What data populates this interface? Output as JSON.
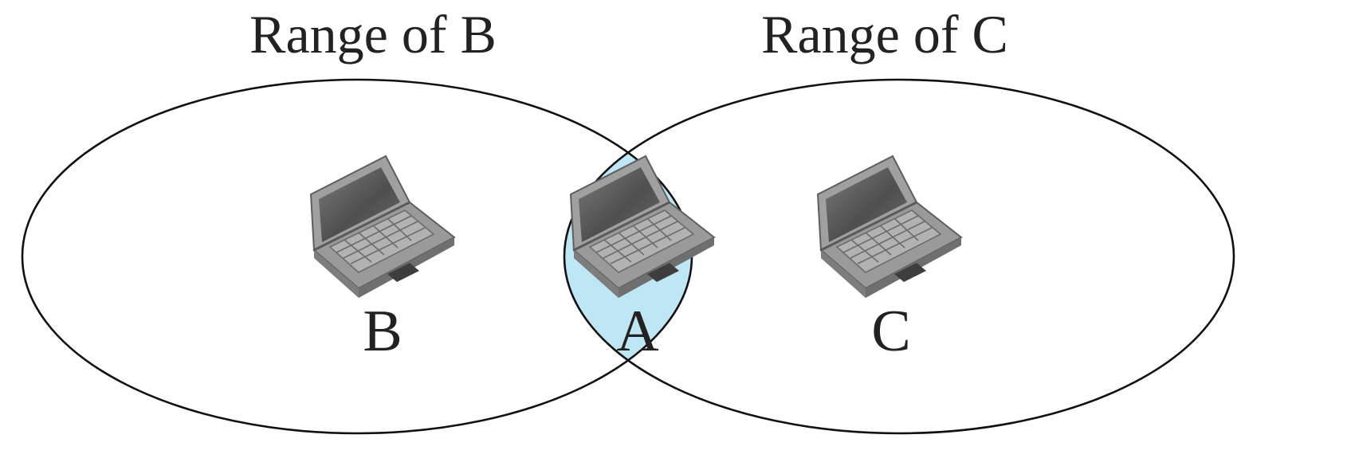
{
  "diagram": {
    "range_labels": {
      "b": "Range of B",
      "c": "Range of C"
    },
    "nodes": {
      "b": {
        "label": "B"
      },
      "a": {
        "label": "A"
      },
      "c": {
        "label": "C"
      }
    },
    "colors": {
      "overlap_fill": "#BFE6F4",
      "outline": "#111111",
      "laptop_body": "#8E8E8E",
      "laptop_screen": "#5F5F5F"
    },
    "icons": {
      "laptop": "laptop-icon"
    }
  }
}
